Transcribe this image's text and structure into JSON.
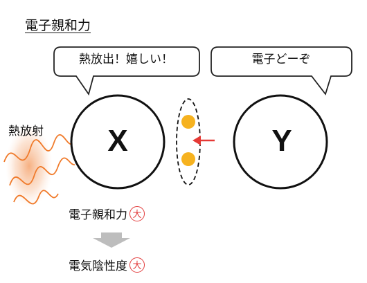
{
  "title": "電子親和力",
  "bubble_x": "熱放出！嬉しい！",
  "bubble_y": "電子どーぞ",
  "atom_x": "X",
  "atom_y": "Y",
  "radiation_label": "熱放射",
  "result_1": {
    "text": "電子親和力",
    "badge": "大"
  },
  "result_2": {
    "text": "電気陰性度",
    "badge": "大"
  },
  "colors": {
    "electron": "#f6b21f",
    "arrow": "#e53935",
    "heat_wave": "#f07a2a",
    "badge": "#e23b3b",
    "down_arrow": "#bdbdbd"
  }
}
